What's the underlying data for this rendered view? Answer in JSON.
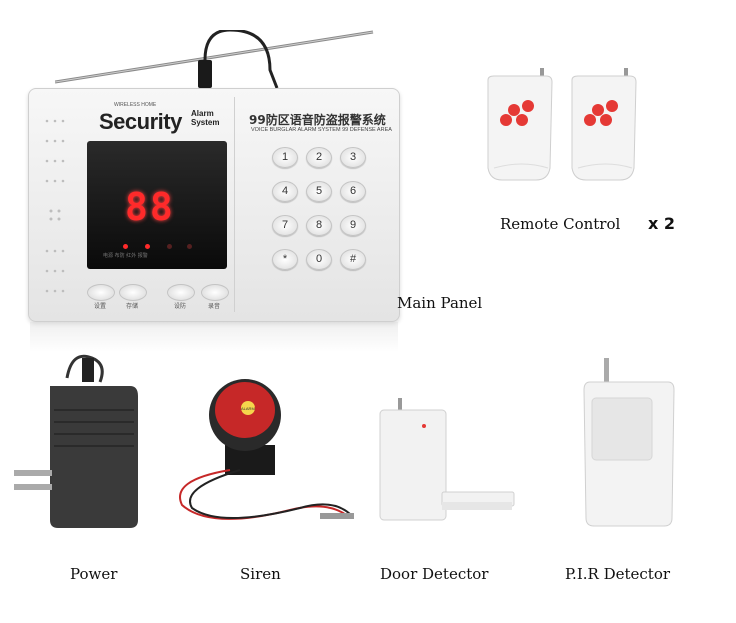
{
  "panel": {
    "brand_small": "WIRELESS HOME",
    "brand_main": "Security",
    "brand_sub": "Alarm System",
    "title_cn": "99防区语音防盗报警系统",
    "subtitle_en": "VOICE BURGLAR ALARM SYSTEM 99 DEFENSE AREA",
    "display_digits": "88",
    "led_labels": "电源  布防  红外  报警",
    "keys": [
      "1",
      "2",
      "3",
      "4",
      "5",
      "6",
      "7",
      "8",
      "9",
      "*",
      "0",
      "#"
    ],
    "function_keys": [
      "设置",
      "存储",
      "设防",
      "录音"
    ]
  },
  "captions": {
    "main_panel": "Main Panel",
    "remote_control": "Remote Control",
    "quantity": "x 2",
    "power": "Power",
    "siren": "Siren",
    "door_detector": "Door Detector",
    "pir_detector": "P.I.R Detector"
  },
  "siren_label": "ALARM"
}
